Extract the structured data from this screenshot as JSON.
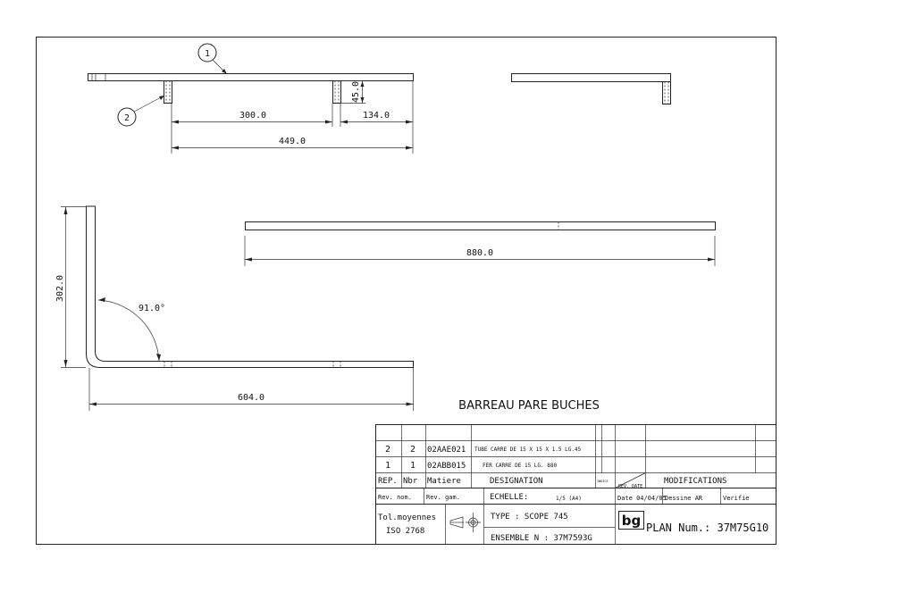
{
  "drawing": {
    "title": "BARREAU PARE BUCHES",
    "balloons": {
      "part1": "1",
      "part2": "2"
    },
    "dimensions": {
      "d300": "300.0",
      "d134": "134.0",
      "d45": "45.0",
      "d449": "449.0",
      "d880": "880.0",
      "d302": "302.0",
      "d604": "604.0",
      "angle": "91.0°"
    }
  },
  "title_block": {
    "rows": [
      {
        "rep": "2",
        "nbr": "2",
        "matiere": "02AAE021",
        "designation": "TUBE CARRE DE 15 X 15 X 1.5 LG.45"
      },
      {
        "rep": "1",
        "nbr": "1",
        "matiere": "02ABB015",
        "designation": "FER CARRE DE 15 LG. 880"
      }
    ],
    "headers": {
      "rep": "REP.",
      "nbr": "Nbr",
      "matiere": "Matiere",
      "designation": "DESIGNATION"
    },
    "indice": "INDICE",
    "rev_date": "REV. DATE",
    "modifications": "MODIFICATIONS",
    "rev_nom": "Rev. nom.",
    "rev_gam": "Rev. gam.",
    "echelle_label": "ECHELLE:",
    "echelle_value": "1/5 (A4)",
    "date": "Date 04/04/05",
    "dessine": "Dessine AR",
    "verifie": "Verifie",
    "tol_line1": "Tol.moyennes",
    "tol_line2": "ISO 2768",
    "type": "TYPE :   SCOPE 745",
    "ensemble": "ENSEMBLE N : 37M7593G",
    "logo": "bg",
    "plan_num": "PLAN Num.: 37M75G10"
  }
}
